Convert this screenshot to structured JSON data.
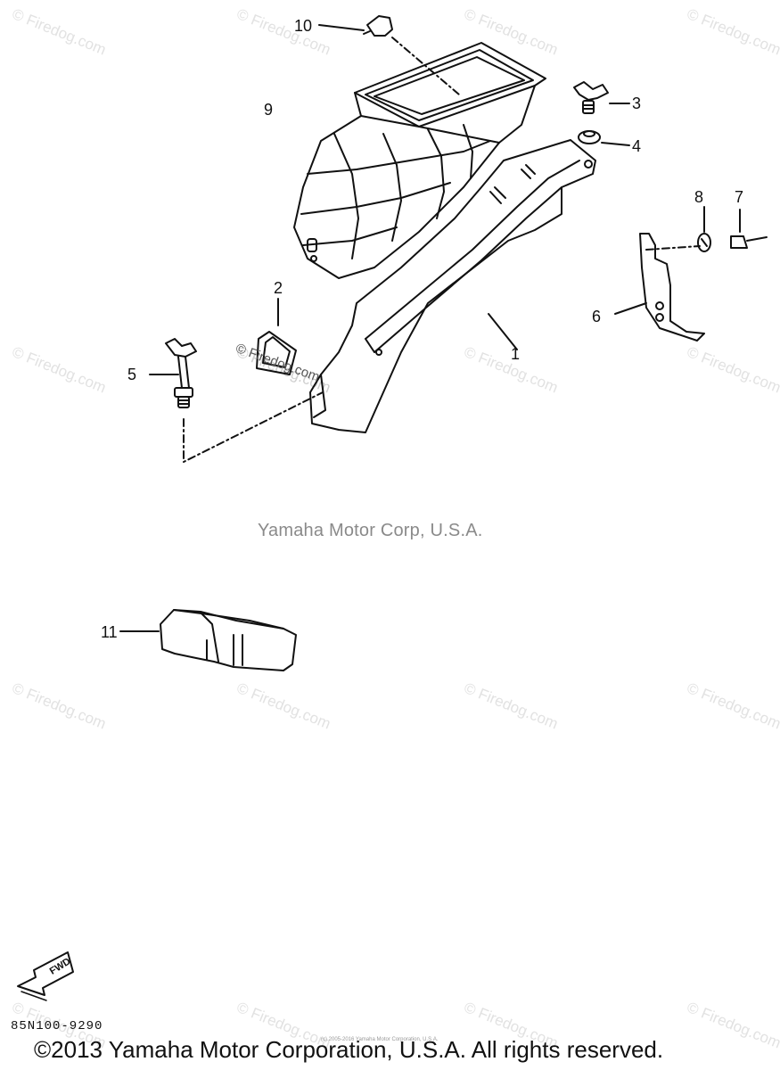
{
  "watermarks": [
    "© Firedog.com",
    "© Firedog.com",
    "© Firedog.com",
    "© Firedog.com",
    "© Firedog.com",
    "© Firedog.com",
    "© Firedog.com",
    "© Firedog.com",
    "© Firedog.com",
    "© Firedog.com",
    "© Firedog.com",
    "© Firedog.com",
    "© Firedog.com",
    "© Firedog.com",
    "© Firedog.com",
    "© Firedog.com"
  ],
  "inline_watermark": "© Firedog.com",
  "callouts": {
    "p1": "1",
    "p2": "2",
    "p3": "3",
    "p4": "4",
    "p5": "5",
    "p6": "6",
    "p7": "7",
    "p8": "8",
    "p9": "9",
    "p10": "10",
    "p11": "11"
  },
  "center_mark": "Yamaha Motor Corp, U.S.A.",
  "fwd_label": "FWD",
  "diagram_code": "85N100-9290",
  "tiny_note": "(c) 2005-2016 Yamaha Motor Corporation, U.S.A.",
  "copyright": "©2013 Yamaha Motor Corporation, U.S.A. All rights reserved."
}
